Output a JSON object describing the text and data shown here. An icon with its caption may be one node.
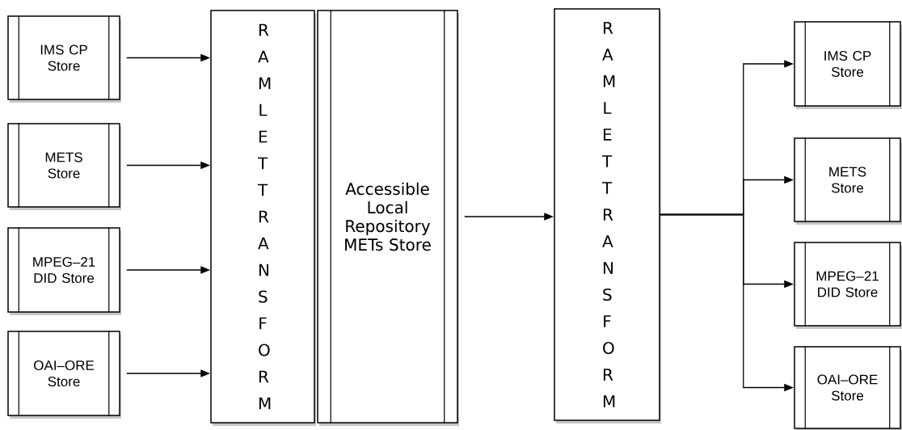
{
  "diagram": {
    "nodes": [
      {
        "text": [
          "IMS CP Store"
        ]
      },
      {
        "text": [
          "METS Store"
        ]
      },
      {
        "text": [
          "MPEG–21 DID Store"
        ]
      },
      {
        "text": [
          "OAI–ORE Store"
        ]
      },
      {
        "text": [
          "RAMLET TRANSFORM"
        ]
      },
      {
        "text": [
          "Accessible Local Repository METs Store"
        ]
      },
      {
        "text": [
          "RAMLET TRANSFORM"
        ]
      },
      {
        "text": [
          "IMS CP Store"
        ]
      },
      {
        "text": [
          "METS Store"
        ]
      },
      {
        "text": [
          "MPEG–21 DID Store"
        ]
      },
      {
        "text": [
          "OAI–ORE Store"
        ]
      }
    ],
    "edges": [
      {
        "from": 0,
        "to": 4,
        "arrow": "to"
      },
      {
        "from": 1,
        "to": 4,
        "arrow": "to"
      },
      {
        "from": 2,
        "to": 4,
        "arrow": "to"
      },
      {
        "from": 3,
        "to": 4,
        "arrow": "to"
      },
      {
        "from": 5,
        "to": 6,
        "arrow": "to"
      },
      {
        "from": 6,
        "to": 7,
        "arrow": "to"
      },
      {
        "from": 6,
        "to": 8,
        "arrow": "to"
      },
      {
        "from": 6,
        "to": 9,
        "arrow": "to"
      },
      {
        "from": 6,
        "to": 10,
        "arrow": "to"
      }
    ]
  }
}
